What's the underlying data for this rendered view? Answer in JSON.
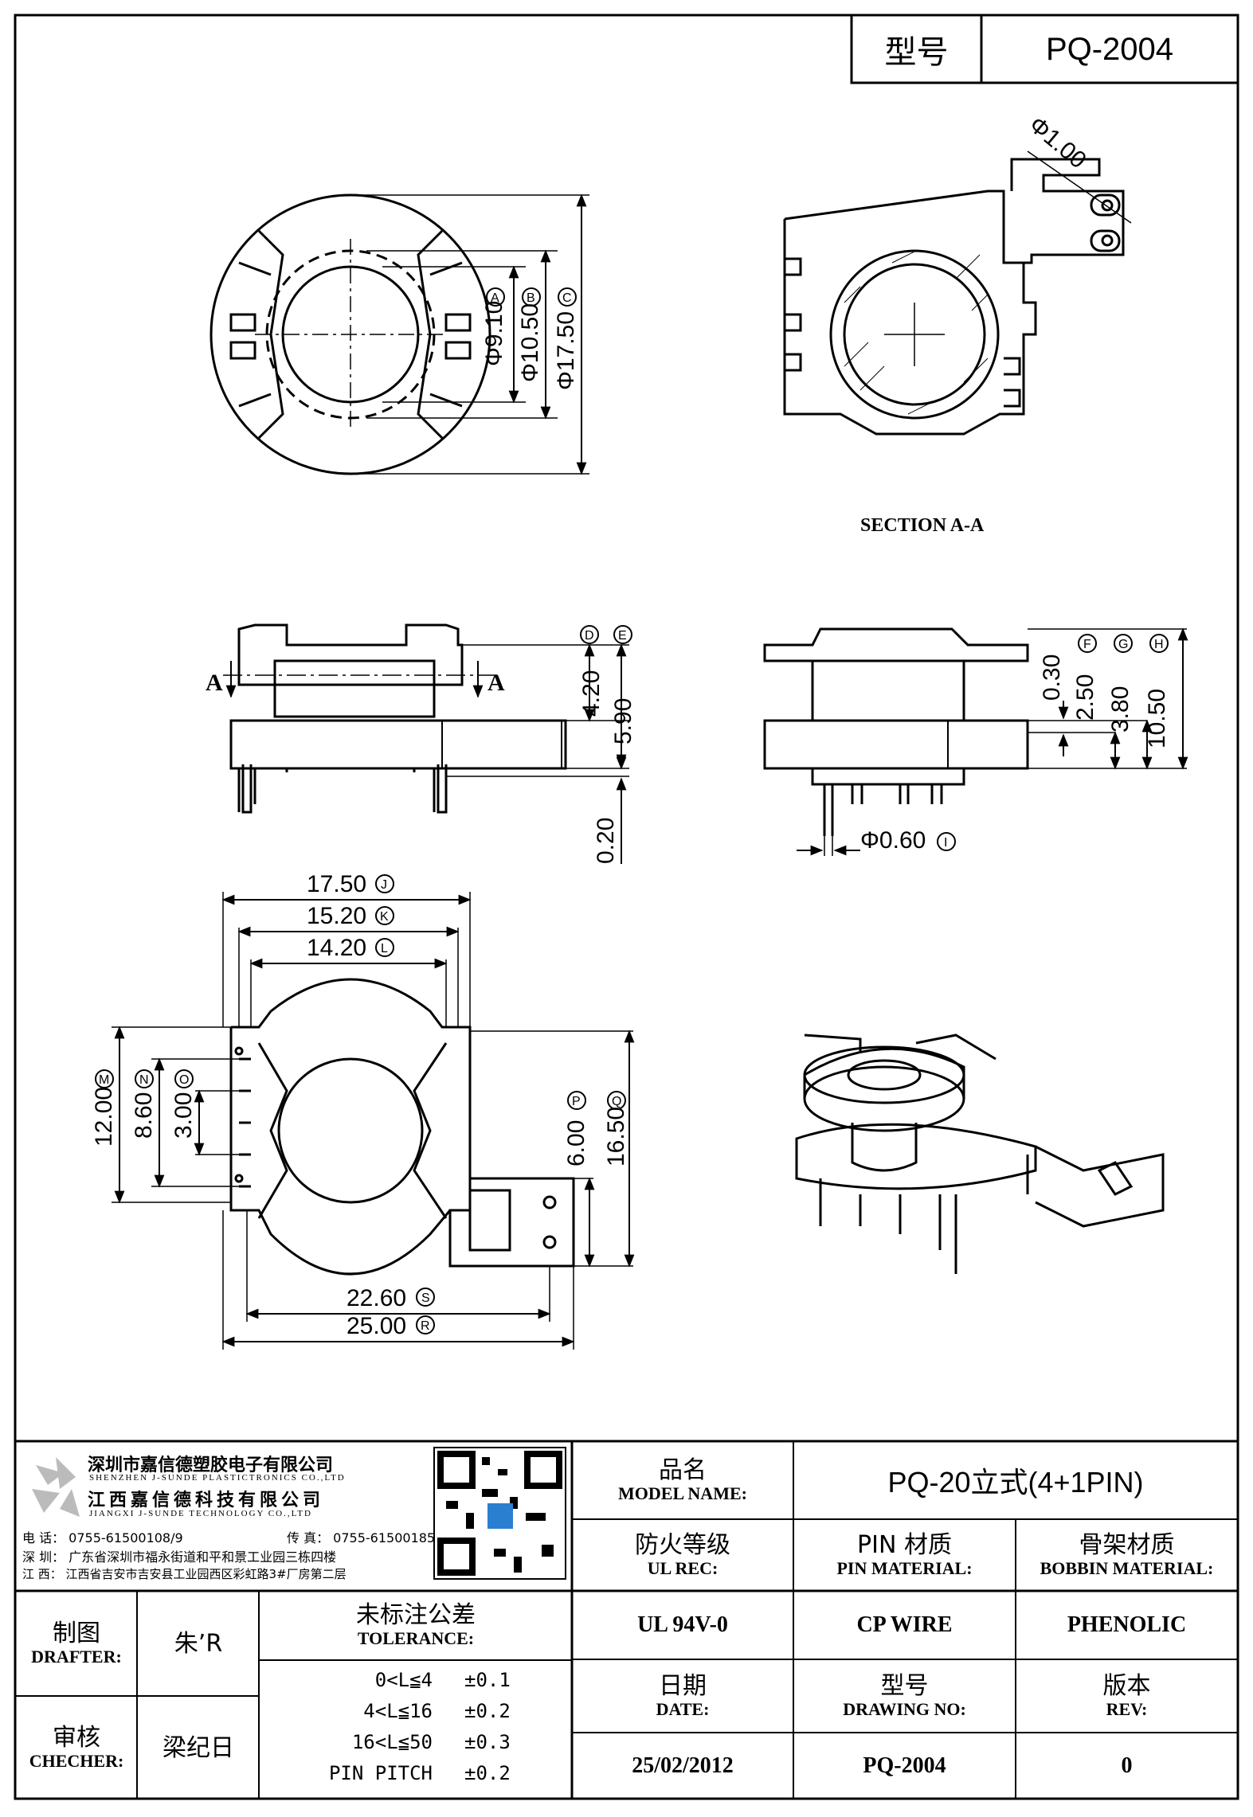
{
  "title_block_top": {
    "model_label": "型号",
    "model_value": "PQ-2004"
  },
  "views": {
    "top": {
      "dims": [
        "Φ9.10",
        "Φ10.50",
        "Φ17.50"
      ],
      "circles": [
        "A",
        "B",
        "C"
      ]
    },
    "section": {
      "diameter": "Φ1.00",
      "caption": "SECTION A-A"
    },
    "side_left": {
      "dims": [
        "4.20",
        "5.90",
        "0.20"
      ],
      "circles": [
        "D",
        "E"
      ],
      "cut_labels": [
        "A",
        "A"
      ]
    },
    "side_right": {
      "dims": [
        "0.30",
        "2.50",
        "3.80",
        "10.50",
        "Φ0.60"
      ],
      "circles": [
        "F",
        "G",
        "H",
        "I"
      ]
    },
    "bottom": {
      "dims_top": [
        "17.50",
        "15.20",
        "14.20"
      ],
      "circles_top": [
        "J",
        "K",
        "L"
      ],
      "dims_left": [
        "12.00",
        "8.60",
        "3.00"
      ],
      "circles_left": [
        "M",
        "N",
        "O"
      ],
      "dims_right": [
        "6.00",
        "16.50"
      ],
      "circles_right": [
        "P",
        "Q"
      ],
      "dims_bottom": [
        "22.60",
        "25.00"
      ],
      "circles_bottom": [
        "S",
        "R"
      ]
    }
  },
  "company": {
    "name_sz": "深圳市嘉信德塑胶电子有限公司",
    "name_sz_en": "SHENZHEN J-SUNDE PLASTICTRONICS CO.,LTD",
    "name_jx": "江西嘉信德科技有限公司",
    "name_jx_en": "JIANGXI J-SUNDE TECHNOLOGY CO.,LTD",
    "phone": "电 话： 0755-61500108/9",
    "fax": "传 真： 0755-61500185",
    "addr_sz": "深 圳： 广东省深圳市福永街道和平和景工业园三栋四楼",
    "addr_jx": "江 西： 江西省吉安市吉安县工业园西区彩虹路3#厂房第二层"
  },
  "labels": {
    "model_name_zh": "品名",
    "model_name_en": "MODEL NAME:",
    "ul_zh": "防火等级",
    "ul_en": "UL REC:",
    "pin_zh": "PIN 材质",
    "pin_en": "PIN MATERIAL:",
    "bobbin_zh": "骨架材质",
    "bobbin_en": "BOBBIN MATERIAL:",
    "drafter_zh": "制图",
    "drafter_en": "DRAFTER:",
    "checker_zh": "审核",
    "checker_en": "CHECHER:",
    "tol_zh": "未标注公差",
    "tol_en": "TOLERANCE:",
    "date_zh": "日期",
    "date_en": "DATE:",
    "drawing_zh": "型号",
    "drawing_en": "DRAWING NO:",
    "rev_zh": "版本",
    "rev_en": "REV:"
  },
  "values": {
    "model_name": "PQ-20立式(4+1PIN)",
    "ul": "UL 94V-0",
    "pin": "CP WIRE",
    "bobbin": "PHENOLIC",
    "drafter": "朱’R",
    "checker": "梁纪日",
    "date": "25/02/2012",
    "drawing_no": "PQ-2004",
    "rev": "0"
  },
  "tolerance": [
    {
      "range": "0<L≦4",
      "value": "±0.1"
    },
    {
      "range": "4<L≦16",
      "value": "±0.2"
    },
    {
      "range": "16<L≦50",
      "value": "±0.3"
    },
    {
      "range": "PIN PITCH",
      "value": "±0.2"
    }
  ]
}
